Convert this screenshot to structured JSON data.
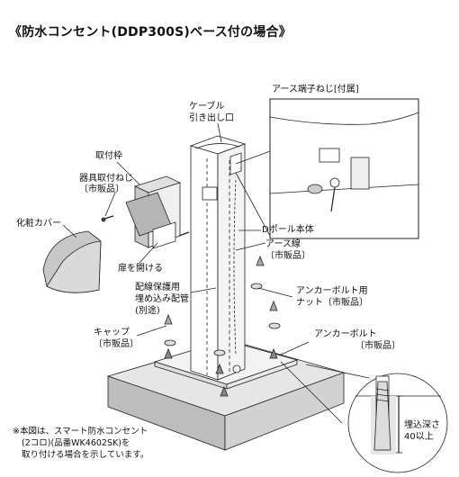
{
  "title": "《防水コンセント(DDP300S)ベース付の場合》",
  "labels": {
    "earth_screw": "アース端子ねじ[付属]",
    "cable_outlet_l1": "ケーブル",
    "cable_outlet_l2": "引き出し口",
    "mount_frame": "取付枠",
    "fixture_screw_l1": "器具取付ねじ",
    "fixture_screw_l2": "〔市販品〕",
    "cover": "化粧カバー",
    "open_door": "扉を開ける",
    "pole_body": "Dポール本体",
    "earth_wire_l1": "アース線",
    "earth_wire_l2": "〔市販品〕",
    "anchor_nut_l1": "アンカーボルト用",
    "anchor_nut_l2": "ナット〔市販品〕",
    "conduit_l1": "配線保護用",
    "conduit_l2": "埋め込み配管",
    "conduit_l3": "(別途)",
    "cap_l1": "キャップ",
    "cap_l2": "〔市販品〕",
    "anchor_bolt_l1": "アンカーボルト",
    "anchor_bolt_l2": "〔市販品〕",
    "embed_depth_l1": "埋込深さ",
    "embed_depth_l2": "40以上"
  },
  "note": {
    "line1": "※本図は、スマート防水コンセント",
    "line2": "(2コロ)(品番WK4602SK)を",
    "line3": "取り付ける場合を示しています。"
  }
}
